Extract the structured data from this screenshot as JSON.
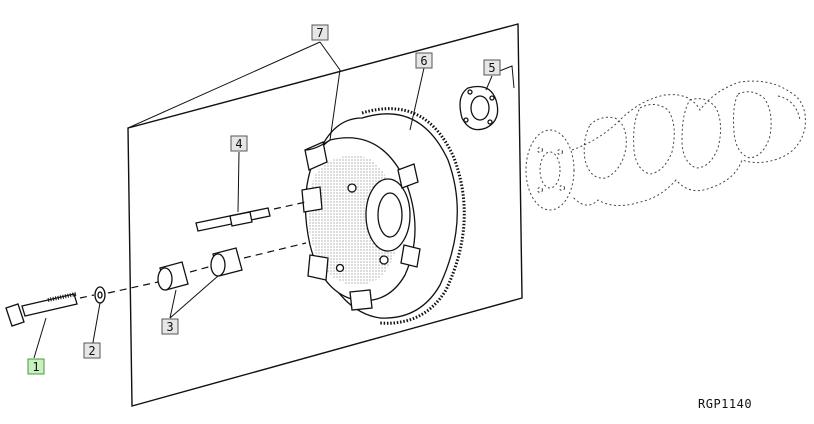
{
  "callouts": [
    {
      "id": "1",
      "label": "1",
      "highlighted": true
    },
    {
      "id": "2",
      "label": "2",
      "highlighted": false
    },
    {
      "id": "3",
      "label": "3",
      "highlighted": false
    },
    {
      "id": "4",
      "label": "4",
      "highlighted": false
    },
    {
      "id": "5",
      "label": "5",
      "highlighted": false
    },
    {
      "id": "6",
      "label": "6",
      "highlighted": false
    },
    {
      "id": "7",
      "label": "7",
      "highlighted": false
    }
  ],
  "reference_code": "RGP1140",
  "colors": {
    "highlight": "#c8f0c0",
    "callout_bg": "#e6e6e6",
    "ink": "#111111"
  }
}
